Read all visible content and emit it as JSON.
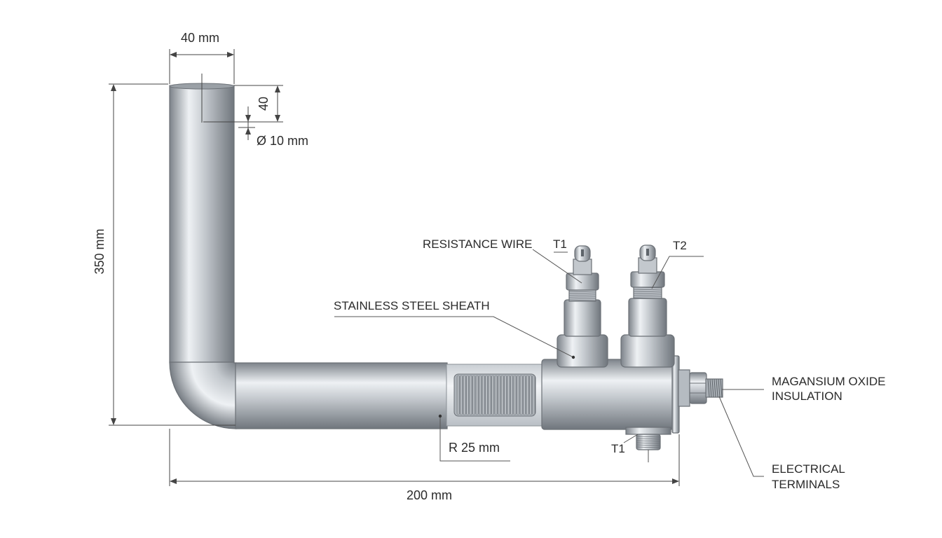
{
  "dimensions": {
    "top_width": "40 mm",
    "top_depth": "40",
    "diameter": "Ø 10 mm",
    "height": "350 mm",
    "bend_radius": "R 25 mm",
    "length": "200 mm"
  },
  "labels": {
    "resistance_wire": "RESISTANCE WIRE",
    "sheath": "STAINLESS STEEL SHEATH",
    "terminal_t1_top": "T1",
    "terminal_t2": "T2",
    "terminal_t1_bottom": "T1",
    "insulation_line1": "MAGANSIUM OXIDE",
    "insulation_line2": "INSULATION",
    "terminals_line1": "ELECTRICAL",
    "terminals_line2": "TERMINALS"
  },
  "colors": {
    "steel_dark": "#6e747b",
    "steel_light": "#eef1f4",
    "line": "#444444"
  }
}
